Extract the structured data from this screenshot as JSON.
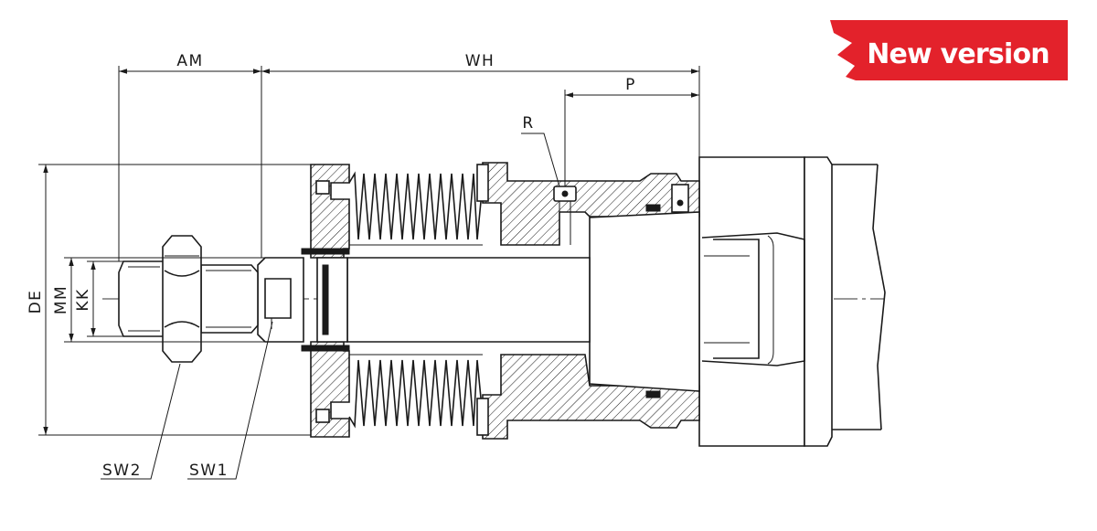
{
  "badge": {
    "text": "New version",
    "color": "#e3222b"
  },
  "dimensions": {
    "am": "AM",
    "wh": "WH",
    "p": "P",
    "r": "R",
    "de": "DE",
    "mm": "MM",
    "kk": "KK",
    "sw2": "SW2",
    "sw1": "SW1"
  }
}
